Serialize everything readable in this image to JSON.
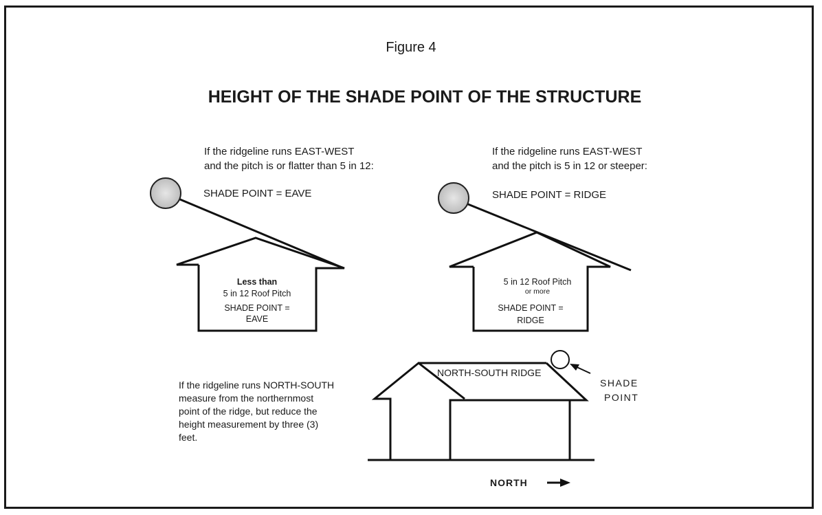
{
  "figure_label": "Figure 4",
  "title": "HEIGHT OF THE SHADE POINT OF THE STRUCTURE",
  "left_panel": {
    "condition_line1": "If the ridgeline runs  EAST-WEST",
    "condition_line2": "and the  pitch is or flatter than 5 in 12:",
    "result": "SHADE POINT = EAVE",
    "house_line1": "Less than",
    "house_line2": "5 in 12 Roof Pitch",
    "house_line3": "SHADE POINT =",
    "house_line4": "EAVE"
  },
  "right_panel": {
    "condition_line1": "If the ridgeline runs  EAST-WEST",
    "condition_line2": "and the  pitch is 5 in 12 or steeper:",
    "result": "SHADE POINT =  RIDGE",
    "house_line1": "5  in 12 Roof Pitch",
    "house_line2": "or more",
    "house_line3": "SHADE POINT =",
    "house_line4": "RIDGE"
  },
  "bottom_panel": {
    "text_line1": "If the ridgeline runs NORTH-SOUTH",
    "text_line2": "measure from the northernmost",
    "text_line3": "point of the ridge, but reduce the",
    "text_line4": "height measurement by three (3)",
    "text_line5": "feet.",
    "ridge_label": "NORTH-SOUTH RIDGE",
    "shade_label_line1": "SHADE",
    "shade_label_line2": "POINT",
    "north_label": "NORTH"
  }
}
